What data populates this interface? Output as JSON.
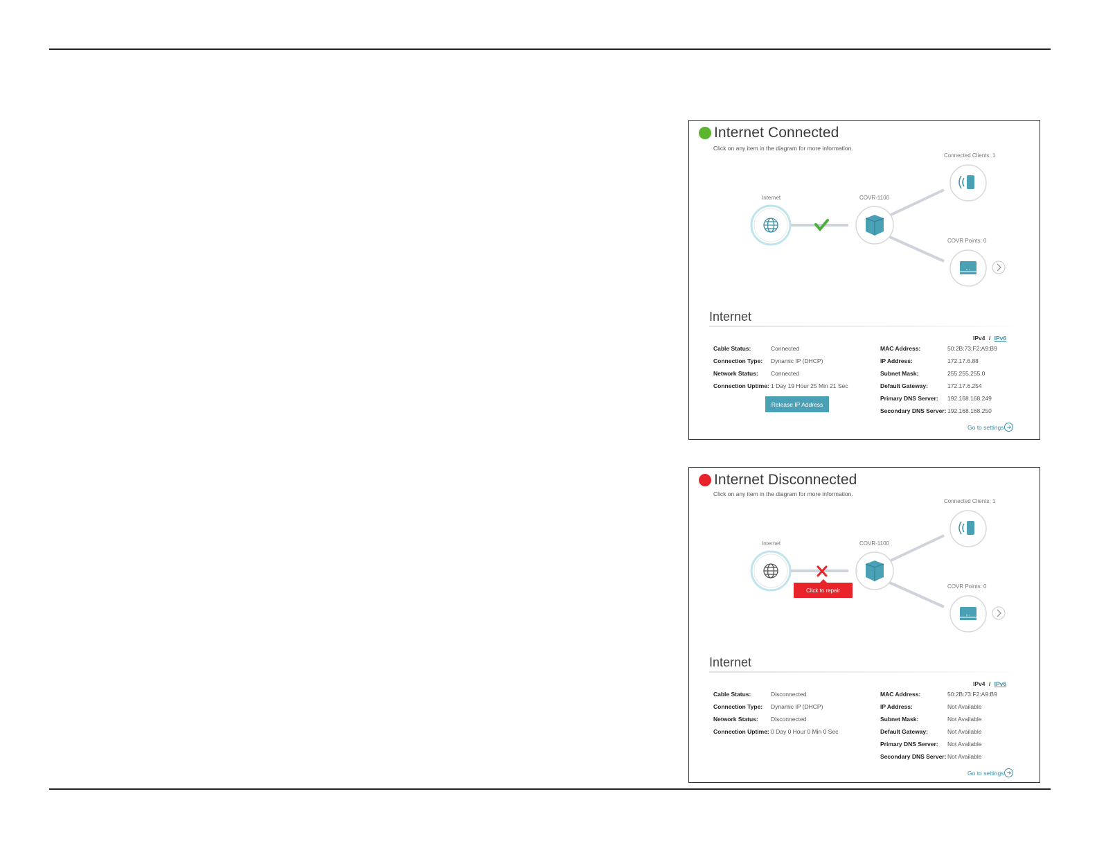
{
  "panels": [
    {
      "status_color": "#5bb52f",
      "title": "Internet Connected",
      "hint": "Click on any item in the diagram for more information.",
      "diagram": {
        "internet_label": "Internet",
        "router_label": "COVR-1100",
        "clients_label": "Connected Clients: 1",
        "points_label": "COVR Points: 0",
        "link_state": "ok"
      },
      "section_title": "Internet",
      "ipv4": "IPv4",
      "sep": "/",
      "ipv6": "IPv6",
      "left": [
        {
          "k": "Cable Status:",
          "v": "Connected"
        },
        {
          "k": "Connection Type:",
          "v": "Dynamic IP (DHCP)"
        },
        {
          "k": "Network Status:",
          "v": "Connected"
        },
        {
          "k": "Connection Uptime:",
          "v": "1 Day 19 Hour 25 Min 21 Sec"
        }
      ],
      "right": [
        {
          "k": "MAC Address:",
          "v": "50:2B:73:F2:A9:B9"
        },
        {
          "k": "IP Address:",
          "v": "172.17.6.88"
        },
        {
          "k": "Subnet Mask:",
          "v": "255.255.255.0"
        },
        {
          "k": "Default Gateway:",
          "v": "172.17.6.254"
        },
        {
          "k": "Primary DNS Server:",
          "v": "192.168.168.249"
        },
        {
          "k": "Secondary DNS Server:",
          "v": "192.168.168.250"
        }
      ],
      "button": "Release IP Address",
      "goto": "Go to settings"
    },
    {
      "status_color": "#e8232a",
      "title": "Internet Disconnected",
      "hint": "Click on any item in the diagram for more information.",
      "diagram": {
        "internet_label": "Internet",
        "router_label": "COVR-1100",
        "clients_label": "Connected Clients: 1",
        "points_label": "COVR Points: 0",
        "link_state": "error",
        "repair_label": "Click to repair"
      },
      "section_title": "Internet",
      "ipv4": "IPv4",
      "sep": "/",
      "ipv6": "IPv6",
      "left": [
        {
          "k": "Cable Status:",
          "v": "Disconnected"
        },
        {
          "k": "Connection Type:",
          "v": "Dynamic IP (DHCP)"
        },
        {
          "k": "Network Status:",
          "v": "Disconnected"
        },
        {
          "k": "Connection Uptime:",
          "v": "0 Day 0 Hour 0 Min 0 Sec"
        }
      ],
      "right": [
        {
          "k": "MAC Address:",
          "v": "50:2B:73:F2:A9:B9"
        },
        {
          "k": "IP Address:",
          "v": "Not Available"
        },
        {
          "k": "Subnet Mask:",
          "v": "Not Available"
        },
        {
          "k": "Default Gateway:",
          "v": "Not Available"
        },
        {
          "k": "Primary DNS Server:",
          "v": "Not Available"
        },
        {
          "k": "Secondary DNS Server:",
          "v": "Not Available"
        }
      ],
      "goto": "Go to settings"
    }
  ],
  "icons": {
    "globe": "globe-icon",
    "router": "router-icon",
    "clients": "wireless-device-icon",
    "points": "covr-point-icon",
    "next": "chevron-right-icon",
    "goto": "arrow-right-circle-icon",
    "ok": "check-icon",
    "error": "x-icon"
  }
}
